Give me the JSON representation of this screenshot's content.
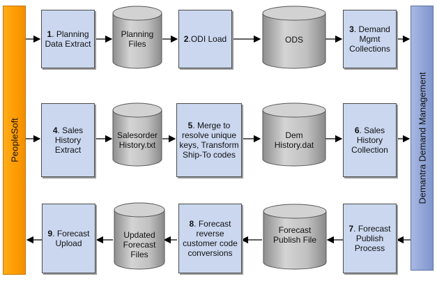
{
  "side_bars": {
    "left": "PeopleSoft",
    "right": "Demantra Demand Management"
  },
  "colors": {
    "box_fill": "#cad7ef",
    "cylinder_fill": "#c3c3c3",
    "left_bar": "#ff9a00",
    "right_bar": "#8fa3d6"
  },
  "row1": {
    "step1": {
      "num": "1",
      "text": ". Planning Data Extract"
    },
    "cyl1": "Planning Files",
    "step2": {
      "num": "2",
      "text": ".ODI Load"
    },
    "cyl2": "ODS",
    "step3": {
      "num": "3",
      "text": ". Demand Mgmt Collections"
    }
  },
  "row2": {
    "step4": {
      "num": "4",
      "text": ". Sales History Extract"
    },
    "cyl3": "Salesorder History.txt",
    "step5": {
      "num": "5",
      "text": ". Merge to resolve unique keys, Transform Ship-To codes"
    },
    "cyl4": "Dem History.dat",
    "step6": {
      "num": "6",
      "text": ". Sales History Collection"
    }
  },
  "row3": {
    "step7": {
      "num": "7",
      "text": ". Forecast Publish Process"
    },
    "cyl5": "Forecast Publish File",
    "step8": {
      "num": "8",
      "text": ". Forecast reverse customer code conversions"
    },
    "cyl6": "Updated Forecast Files",
    "step9": {
      "num": "9",
      "text": ". Forecast Upload"
    }
  }
}
